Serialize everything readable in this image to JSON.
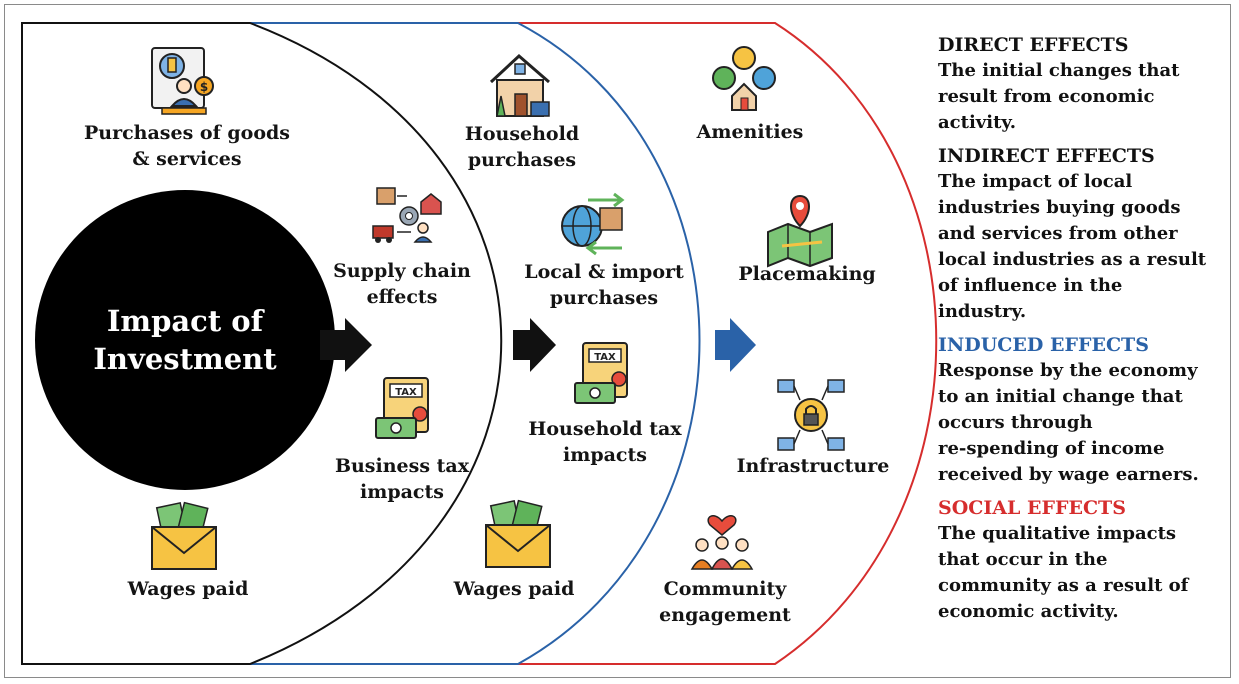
{
  "hub": {
    "title_line1": "Impact of",
    "title_line2": "Investment"
  },
  "direct_ring": {
    "items": [
      {
        "label_line1": "Purchases of goods",
        "label_line2": "& services",
        "icon": "purchase-document-icon"
      },
      {
        "label_line1": "Supply chain",
        "label_line2": "effects",
        "icon": "supply-chain-icon"
      },
      {
        "label_line1": "Business tax",
        "label_line2": "impacts",
        "icon": "tax-document-icon"
      },
      {
        "label_line1": "Wages paid",
        "label_line2": "",
        "icon": "money-envelope-icon"
      }
    ]
  },
  "induced_ring": {
    "items": [
      {
        "label_line1": "Household",
        "label_line2": "purchases",
        "icon": "house-icon"
      },
      {
        "label_line1": "Local & import",
        "label_line2": "purchases",
        "icon": "globe-trade-icon"
      },
      {
        "label_line1": "Household tax",
        "label_line2": "impacts",
        "icon": "tax-document-icon"
      },
      {
        "label_line1": "Wages paid",
        "label_line2": "",
        "icon": "money-envelope-icon"
      }
    ]
  },
  "social_ring": {
    "items": [
      {
        "label_line1": "Amenities",
        "label_line2": "",
        "icon": "amenities-icon"
      },
      {
        "label_line1": "Placemaking",
        "label_line2": "",
        "icon": "map-pin-icon"
      },
      {
        "label_line1": "Infrastructure",
        "label_line2": "",
        "icon": "network-lock-icon"
      },
      {
        "label_line1": "Community",
        "label_line2": "engagement",
        "icon": "community-icon"
      }
    ]
  },
  "legend": {
    "direct": {
      "title": "DIRECT EFFECTS",
      "color": "#111111",
      "lines": [
        "The initial changes that",
        "result from economic",
        "activity."
      ]
    },
    "indirect": {
      "title": "INDIRECT EFFECTS",
      "color": "#111111",
      "lines": [
        "The impact of local",
        "industries buying goods",
        "and services from other",
        "local industries as a result",
        "of influence in the",
        "industry."
      ]
    },
    "induced": {
      "title": "INDUCED EFFECTS",
      "color": "#2a62a8",
      "lines": [
        "Response by the economy",
        "to an initial change that",
        "occurs through",
        "re-spending of income",
        "received by wage earners."
      ]
    },
    "social": {
      "title": "SOCIAL EFFECTS",
      "color": "#d62d2d",
      "lines": [
        "The qualitative impacts",
        "that occur in the",
        "community as a result of",
        "economic activity."
      ]
    }
  },
  "colors": {
    "ring_direct": "#111111",
    "ring_induced": "#2a62a8",
    "ring_social": "#d62d2d",
    "hub": "#000000"
  }
}
